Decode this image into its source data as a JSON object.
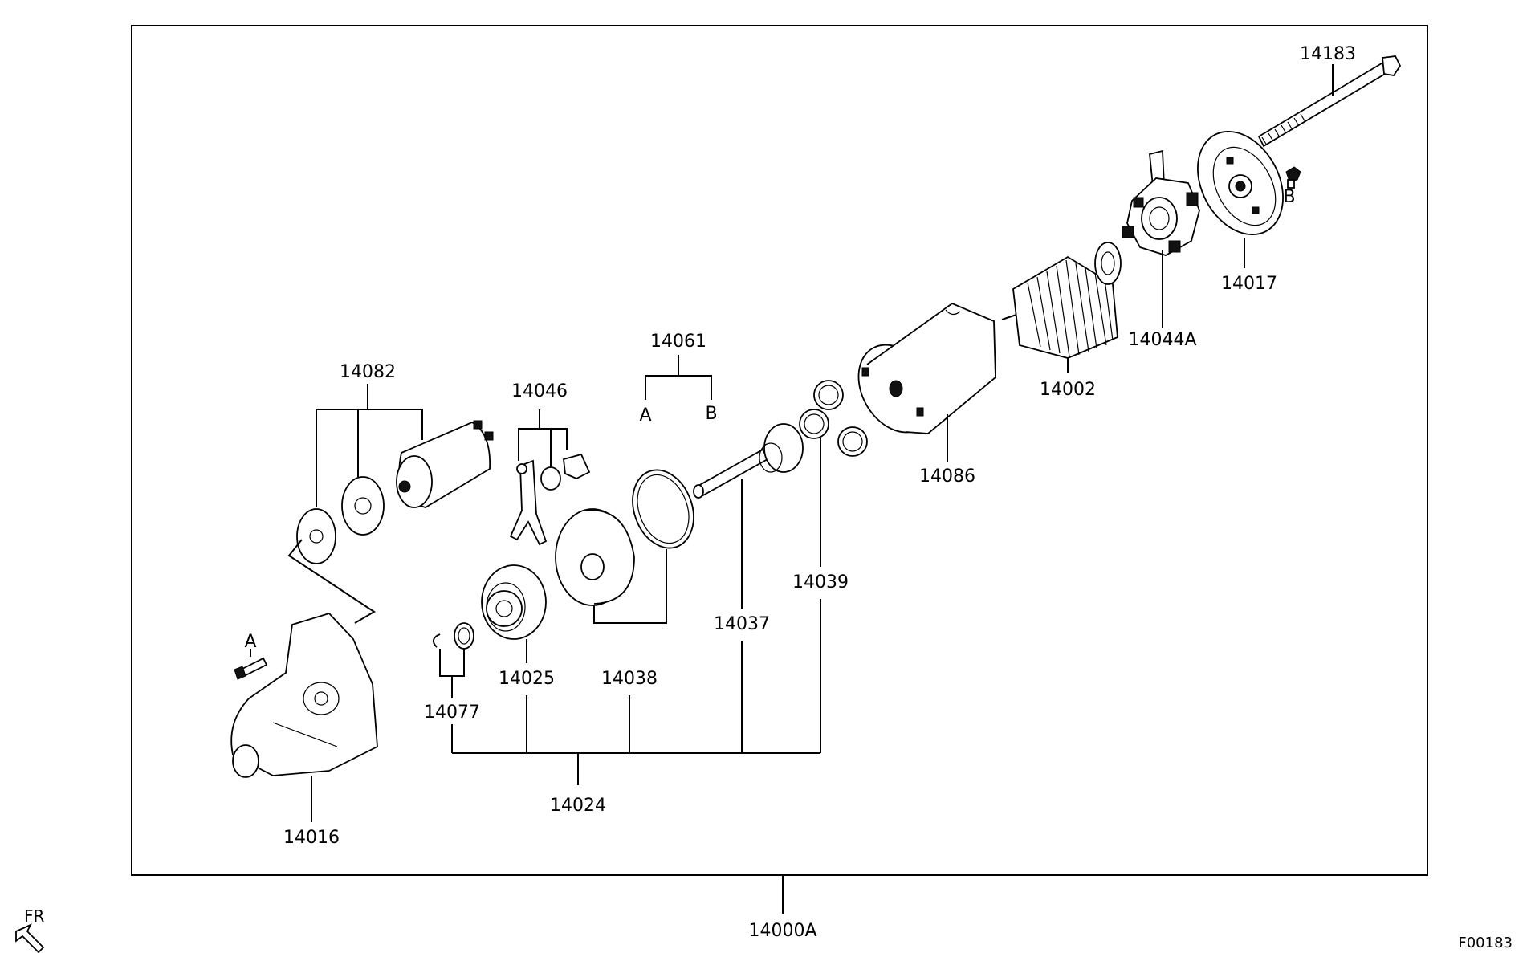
{
  "labels": {
    "p14183": "14183",
    "pB1": "B",
    "p14017": "14017",
    "p14044A": "14044A",
    "p14002": "14002",
    "p14061": "14061",
    "pA_ref": "A",
    "pB_ref": "B",
    "p14086": "14086",
    "p14082": "14082",
    "p14046": "14046",
    "p14039": "14039",
    "p14037": "14037",
    "p14038": "14038",
    "p14025": "14025",
    "p14077": "14077",
    "pA_bolt": "A",
    "p14024": "14024",
    "p14016": "14016",
    "p14000A": "14000A",
    "fr": "FR",
    "figure_code": "F00183"
  }
}
